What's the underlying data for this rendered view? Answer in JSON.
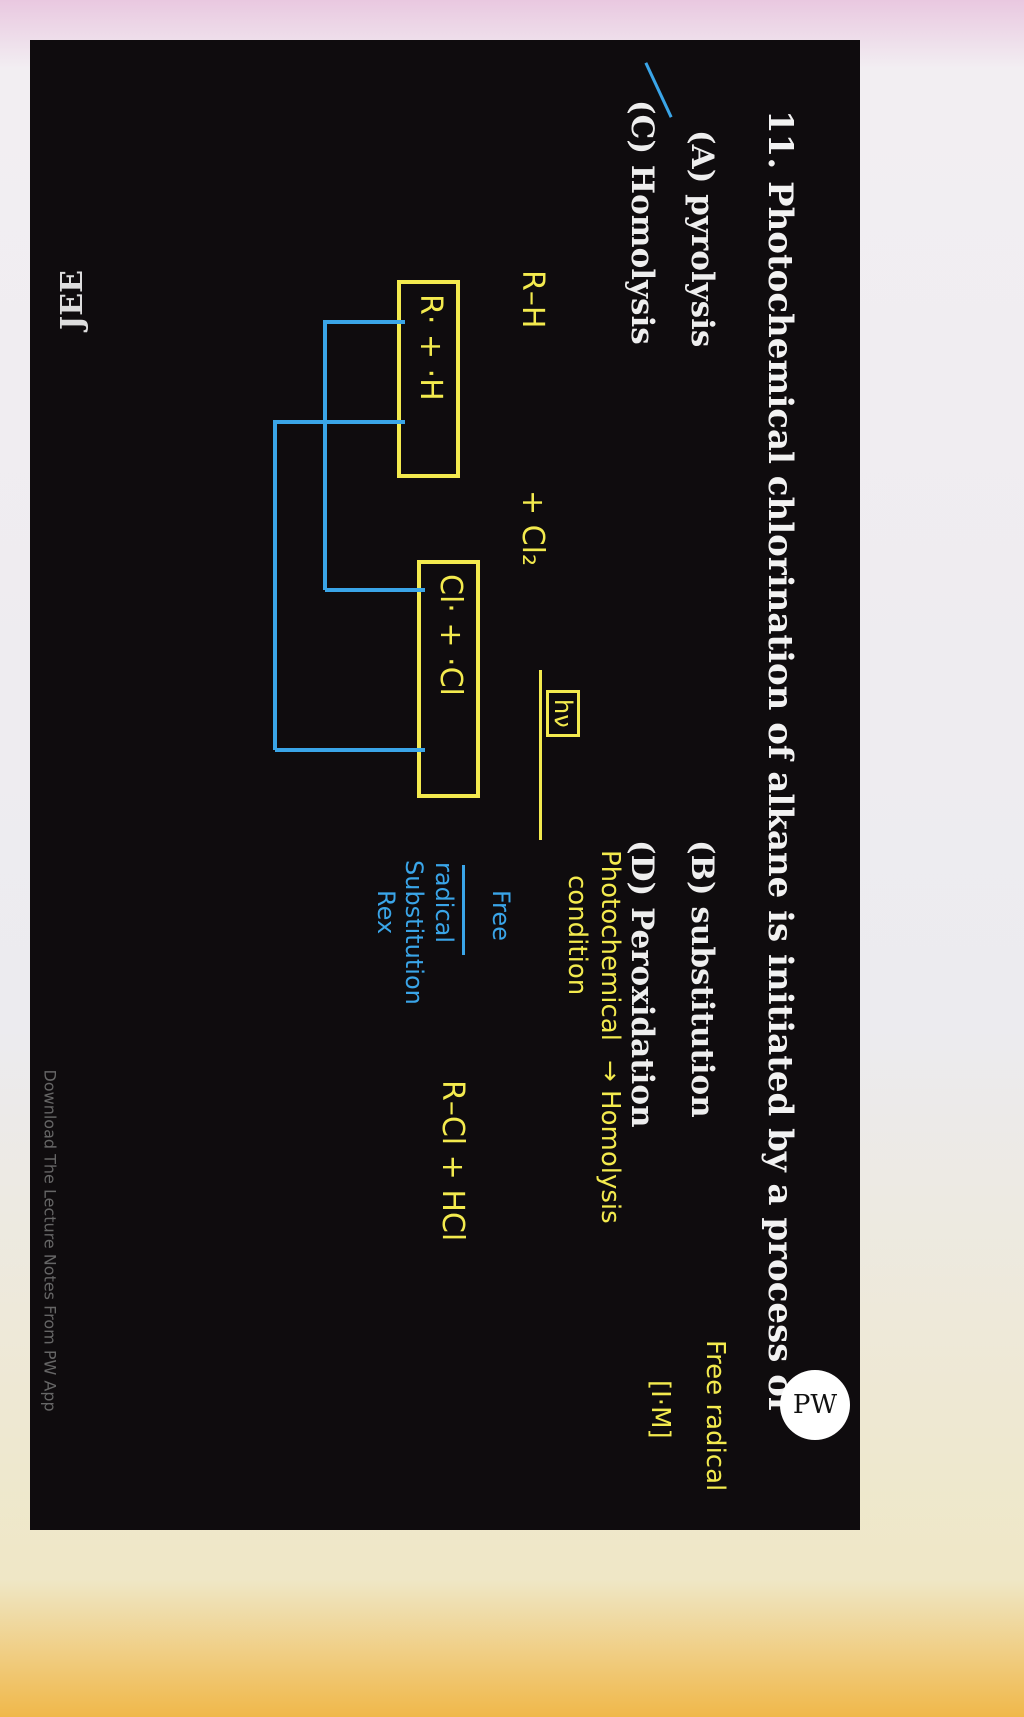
{
  "question": {
    "number": "11.",
    "text": "Photochemical chlorination of alkane is initiated by a process of",
    "options": [
      {
        "label": "(A) pyrolysis"
      },
      {
        "label": "(B) substitution"
      },
      {
        "label": "(C) Homolysis",
        "marked_correct": true
      },
      {
        "label": "(D) Peroxidation"
      }
    ]
  },
  "notes": {
    "reactant1": "R–H",
    "plus_cl2": "+ Cl₂",
    "condition": "hν",
    "photochemical": "Photochemical",
    "condition_word": "condition",
    "arrow_homolysis": "→ Homolysis",
    "free_radical": "Free radical",
    "intermediate": "[I·M]",
    "box1": "R· + ·H",
    "box2": "Cl· + ·Cl",
    "free": "Free",
    "radical": "radical",
    "substitution": "Substitution",
    "rex": "Rex",
    "products": "R–Cl + HCl"
  },
  "logos": {
    "pw": "PW",
    "jee": "JEE"
  },
  "footer": "Download The Lecture Notes From PW App",
  "colors": {
    "chalk_yellow": "#f3ea4e",
    "chalk_blue": "#3aa5e8",
    "board": "#0f0c0e"
  }
}
